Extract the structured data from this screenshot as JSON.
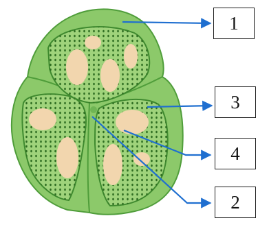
{
  "labels": [
    {
      "text": "1"
    },
    {
      "text": "3"
    },
    {
      "text": "4"
    },
    {
      "text": "2"
    }
  ],
  "colors": {
    "outer_wall": "#8cc96a",
    "outer_wall_stroke": "#4f9d3a",
    "tissue": "#a9d98a",
    "chamber_stroke": "#3f8a2f",
    "chamber_fill": "#9fd37b",
    "chamber_dots": "#2f6e22",
    "cavity": "#f2d6ae",
    "arrow": "#1f6fd0"
  }
}
